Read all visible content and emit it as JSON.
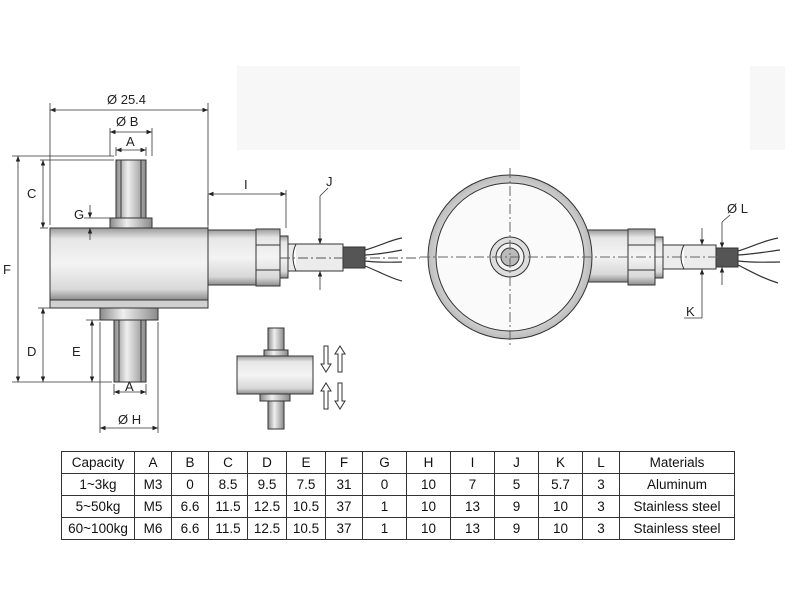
{
  "diagram": {
    "labels": {
      "dia_25_4": "Ø 25.4",
      "dia_b": "Ø B",
      "a_top": "A",
      "c": "C",
      "g": "G",
      "f": "F",
      "d": "D",
      "e": "E",
      "a_bottom": "A",
      "dia_h": "Ø H",
      "i": "I",
      "j": "J",
      "dia_l": "Ø L",
      "k": "K"
    }
  },
  "table": {
    "headers": [
      "Capacity",
      "A",
      "B",
      "C",
      "D",
      "E",
      "F",
      "G",
      "H",
      "I",
      "J",
      "K",
      "L",
      "Materials"
    ],
    "rows": [
      [
        "1~3kg",
        "M3",
        "0",
        "8.5",
        "9.5",
        "7.5",
        "31",
        "0",
        "10",
        "7",
        "5",
        "5.7",
        "3",
        "Aluminum"
      ],
      [
        "5~50kg",
        "M5",
        "6.6",
        "11.5",
        "12.5",
        "10.5",
        "37",
        "1",
        "10",
        "13",
        "9",
        "10",
        "3",
        "Stainless steel"
      ],
      [
        "60~100kg",
        "M6",
        "6.6",
        "11.5",
        "12.5",
        "10.5",
        "37",
        "1",
        "10",
        "13",
        "9",
        "10",
        "3",
        "Stainless steel"
      ]
    ]
  }
}
